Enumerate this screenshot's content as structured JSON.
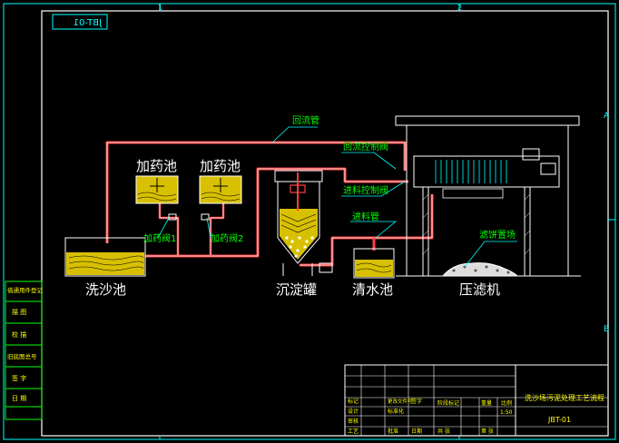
{
  "drawing": {
    "number_flipped": "JBT-01",
    "grid_col_1": "1",
    "grid_col_2": "2",
    "grid_row_a": "A",
    "grid_row_b": "B"
  },
  "equipment": {
    "sand_wash_tank": "洗沙池",
    "sedimentation_tank": "沉淀罐",
    "clean_water_tank": "清水池",
    "filter_press": "压滤机",
    "dosing_tank_1": "加药池",
    "dosing_tank_2": "加药池"
  },
  "callouts": {
    "return_pipe": "回流管",
    "return_control_valve": "回流控制阀",
    "feed_control_valve": "进料控制阀",
    "feed_pipe": "进料管",
    "dosing_valve_1": "加药阀1",
    "dosing_valve_2": "加药阀2",
    "filter_cake_pile": "滤饼置场"
  },
  "left_strip": {
    "row1": "借通用件登记",
    "row2": "描  图",
    "row3": "校  描",
    "row4": "旧底图总号",
    "row5": "签  字",
    "row6": "日  期"
  },
  "title_block": {
    "drawing_title": "洗沙场污泥处理工艺流程",
    "drawing_number": "JBT-01",
    "scale": "1:50",
    "labels": {
      "stage_mark": "阶段标记",
      "weight": "重量",
      "scale_label": "比例",
      "count": "共 张",
      "sheet": "第 张",
      "mark": "标记",
      "design": "设计",
      "review": "审核",
      "process": "工艺",
      "date": "日期",
      "standard": "标准化",
      "approve": "批准",
      "change_doc": "更改文件号",
      "signature": "签字"
    }
  },
  "colors": {
    "frame": "#ffffff",
    "grid_frame": "#00ffff",
    "pipe": "#ff4040",
    "pipe_inner": "#ffffff",
    "water": "#ffff00",
    "label_green": "#00ff00",
    "equipment_outline": "#ffffff",
    "callout_line": "#00ffff"
  }
}
